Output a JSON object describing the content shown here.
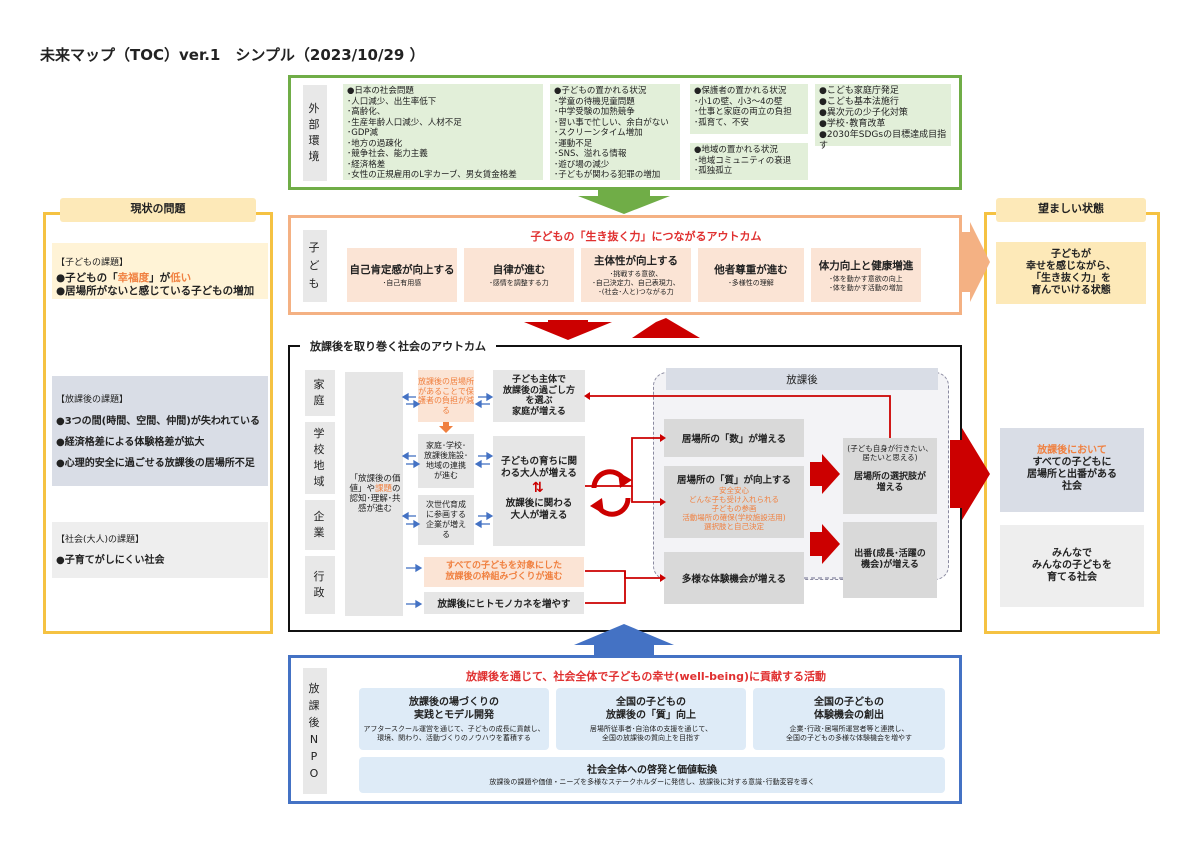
{
  "title": "未来マップ（TOC）ver.1　シンプル（2023/10/29 ）",
  "external": {
    "label": "外\n部\n環\n境",
    "cells": [
      "●日本の社会問題\n･人口減少、出生率低下\n･高齢化、\n･生産年齢人口減少、人材不足\n･GDP減\n･地方の過疎化\n･競争社会、能力主義\n･経済格差\n･女性の正規雇用のL字カーブ、男女賃金格差",
      "●子どもの置かれる状況\n･学童の待機児童問題\n･中学受験の加熱競争\n･習い事で忙しい、余白がない\n･スクリーンタイム増加\n･運動不足\n･SNS、溢れる情報\n･遊び場の減少\n･子どもが関わる犯罪の増加",
      "●保護者の置かれる状況\n･小1の壁、小3～4の壁\n･仕事と家庭の両立の負担\n･孤育て、不安",
      "●地域の置かれる状況\n･地域コミュニティの衰退\n･孤独孤立",
      "●こども家庭庁発足\n●こども基本法施行\n●異次元の少子化対策\n●学校･教育改革\n●2030年SDGsの目標達成目指す"
    ]
  },
  "current": {
    "header": "現状の問題",
    "child_title": "【子どもの課題】",
    "child_l1a": "●子どもの「",
    "child_l1b": "幸福度",
    "child_l1c": "」が",
    "child_l1d": "低い",
    "child_l2": "●居場所がないと感じている子どもの増加",
    "after_title": "【放課後の課題】",
    "after_items": [
      "●3つの間(時間、空間、仲間)が失われている",
      "●経済格差による体験格差が拡大",
      "●心理的安全に過ごせる放課後の居場所不足"
    ],
    "society_title": "【社会(大人)の課題】",
    "society_item": "●子育てがしにくい社会"
  },
  "child": {
    "label": "子\nど\nも",
    "heading": "子どもの「生き抜く力」につながるアウトカム",
    "cells": [
      {
        "h": "自己肯定感が向上する",
        "s": "･自己有用感"
      },
      {
        "h": "自律が進む",
        "s": "･感情を調整する力"
      },
      {
        "h": "主体性が向上する",
        "s": "･挑戦する意欲、\n･自己決定力、自己表現力、\n･(社会･人と)つながる力"
      },
      {
        "h": "他者尊重が進む",
        "s": "･多様性の理解"
      },
      {
        "h": "体力向上と健康増進",
        "s": "･体を動かす意欲の向上\n･体を動かす活動の増加"
      }
    ]
  },
  "desired": {
    "header": "望ましい状態",
    "top": "子どもが\n幸せを感じながら、\n「生き抜く力」を\n育んでいける状態",
    "mid_a": "放課後において",
    "mid_b": "すべての子どもに\n居場所と出番がある\n社会",
    "bottom": "みんなで\nみんなの子どもを\n育てる社会"
  },
  "social": {
    "heading": "放課後を取り巻く社会のアウトカム",
    "side_labels": [
      "家\n庭",
      "学\n校\n地\n域",
      "企\n業",
      "行\n政"
    ],
    "value_box_a": "「放課後の価値」や",
    "value_box_b": "課題",
    "value_box_c": "の認知･理解･共感が進む",
    "family_small": "放課後の居場所があることで保護者の負担が減る",
    "family_main": "子ども主体で\n放課後の過ごし方\nを選ぶ\n家庭が増える",
    "school_small": "家庭･学校･\n放課後施設･\n地域の連携\nが進む",
    "school_main": "子どもの育ちに関\nわる大人が増える",
    "arrow_updown": "⇅",
    "company_small": "次世代育成\nに参画する\n企業が増え\nる",
    "company_main": "放課後に関わる\n大人が増える",
    "gov_1": "すべての子どもを対象にした\n放課後の枠組みづくりが進む",
    "gov_2": "放課後にヒトモノカネを増やす",
    "houkago_label": "放課後",
    "place_count": "居場所の「数」が増える",
    "place_quality": "居場所の「質」が向上する",
    "place_quality_sub": "安全安心\nどんな子も受け入れられる\n子どもの参画\n活動場所の確保(学校施設活用)\n選択肢と自己決定",
    "diverse": "多様な体験機会が増える",
    "choice_small": "(子ども自身が行きたい、\n居たいと思える)",
    "choice_main": "居場所の選択肢が\n増える",
    "stage": "出番(成長･活躍の\n機会)が増える"
  },
  "npo": {
    "label": "放\n課\n後\nN\nP\nO",
    "heading": "放課後を通じて、社会全体で子どもの幸せ(well-being)に貢献する活動",
    "cells": [
      {
        "h": "放課後の場づくりの\n実践とモデル開発",
        "s": "アフタースクール運営を通じて、子どもの成長に貢献し、\n環境、関わり、活動づくりのノウハウを蓄積する"
      },
      {
        "h": "全国の子どもの\n放課後の「質」向上",
        "s": "居場所従事者･自治体の支援を通じて、\n全国の放課後の質向上を目指す"
      },
      {
        "h": "全国の子どもの\n体験機会の創出",
        "s": "企業･行政･居場所運営者等と連携し、\n全国の子どもの多様な体験機会を増やす"
      }
    ],
    "bottom": {
      "h": "社会全体への啓発と価値転換",
      "s": "放課後の課題や価値・ニーズを多様なステークホルダーに発信し、放課後に対する意識･行動変容を導く"
    }
  },
  "colors": {
    "green": "#70ad47",
    "orange": "#f4b183",
    "blue": "#4472c4",
    "yellow": "#f5c242",
    "red": "#cc0000",
    "accent_red": "#e03030"
  }
}
